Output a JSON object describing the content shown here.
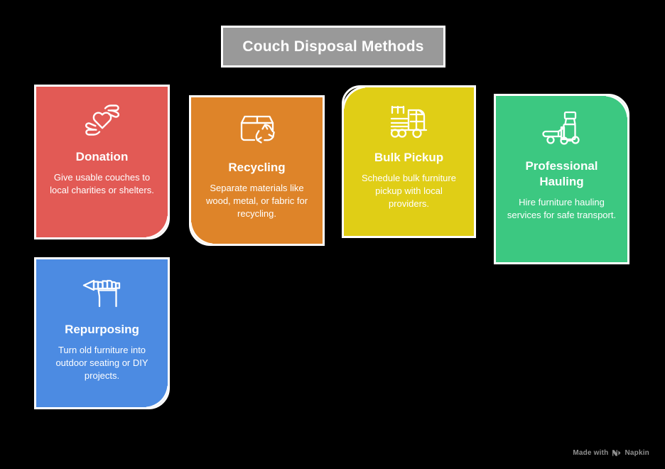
{
  "title": {
    "text": "Couch Disposal Methods"
  },
  "colors": {
    "background": "#000000",
    "title_bg": "#999999",
    "card_donation": "#e25a55",
    "card_recycling": "#de8429",
    "card_bulk_pickup": "#e0ce16",
    "card_professional_hauling": "#3cc881",
    "card_repurposing": "#4c8be2",
    "card_border": "#ffffff",
    "text": "#ffffff",
    "watermark": "#8f8f8f"
  },
  "cards": [
    {
      "id": "donation",
      "icon": "hands-holding-heart-icon",
      "title": "Donation",
      "description": "Give usable couches to local charities or shelters."
    },
    {
      "id": "recycling",
      "icon": "box-recycle-icon",
      "title": "Recycling",
      "description": "Separate materials like wood, metal, or fabric for recycling."
    },
    {
      "id": "bulk-pickup",
      "icon": "flatbed-truck-icon",
      "title": "Bulk Pickup",
      "description": "Schedule bulk furniture pickup with local providers."
    },
    {
      "id": "professional-hauling",
      "icon": "hand-truck-dolly-icon",
      "title": "Professional Hauling",
      "description": "Hire furniture hauling services for safe transport."
    },
    {
      "id": "repurposing",
      "icon": "hand-holding-chisel-icon",
      "title": "Repurposing",
      "description": "Turn old furniture into outdoor seating or DIY projects."
    }
  ],
  "watermark": {
    "text": "Made with",
    "brand": "Napkin",
    "logo": "napkin-logo-icon"
  }
}
